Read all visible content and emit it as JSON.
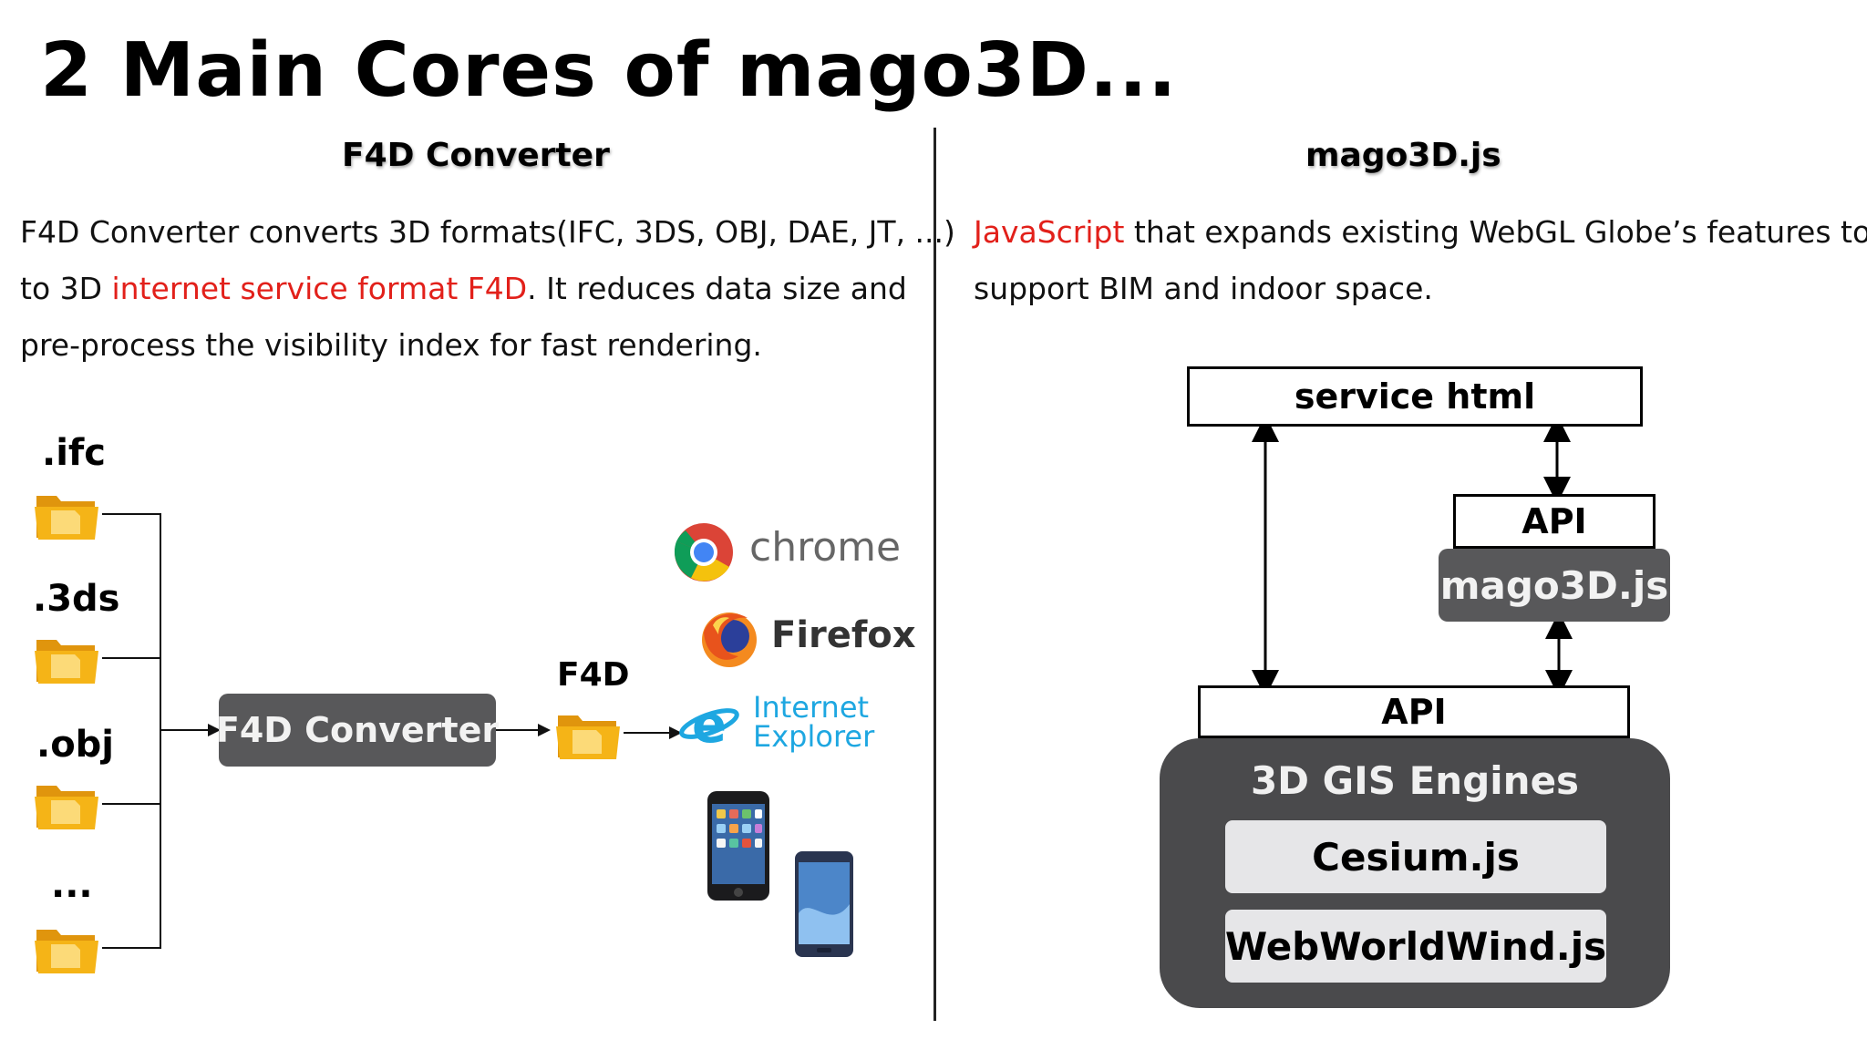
{
  "title": "2 Main Cores of mago3D...",
  "left": {
    "heading": "F4D Converter",
    "paragraph": {
      "line1": "F4D Converter converts 3D formats(IFC, 3DS, OBJ, DAE, JT, ...)",
      "line2_a": "to 3D ",
      "line2_red": "internet service format F4D",
      "line2_b": ". It reduces data size and",
      "line3": "pre-process the visibility index for fast rendering."
    },
    "inputs": [
      ".ifc",
      ".3ds",
      ".obj",
      "..."
    ],
    "converter_label": "F4D Converter",
    "output_label": "F4D",
    "browsers": {
      "chrome": "chrome",
      "firefox": "Firefox",
      "ie_line1": "Internet",
      "ie_line2": "Explorer"
    }
  },
  "right": {
    "heading": "mago3D.js",
    "paragraph": {
      "line1_red": "JavaScript",
      "line1_b": " that expands existing WebGL Globe’s features to",
      "line2": "support BIM and indoor space."
    },
    "service_html": "service html",
    "api_top": "API",
    "mago_js": "mago3D.js",
    "api_bottom": "API",
    "engines_label": "3D GIS Engines",
    "engines": [
      "Cesium.js",
      "WebWorldWind.js"
    ]
  },
  "colors": {
    "accent_red": "#e2201a",
    "box_gray": "#58585a",
    "engine_gray": "#4a4a4c",
    "inner_gray": "#e6e6e8",
    "folder_yellow": "#f5b417"
  }
}
